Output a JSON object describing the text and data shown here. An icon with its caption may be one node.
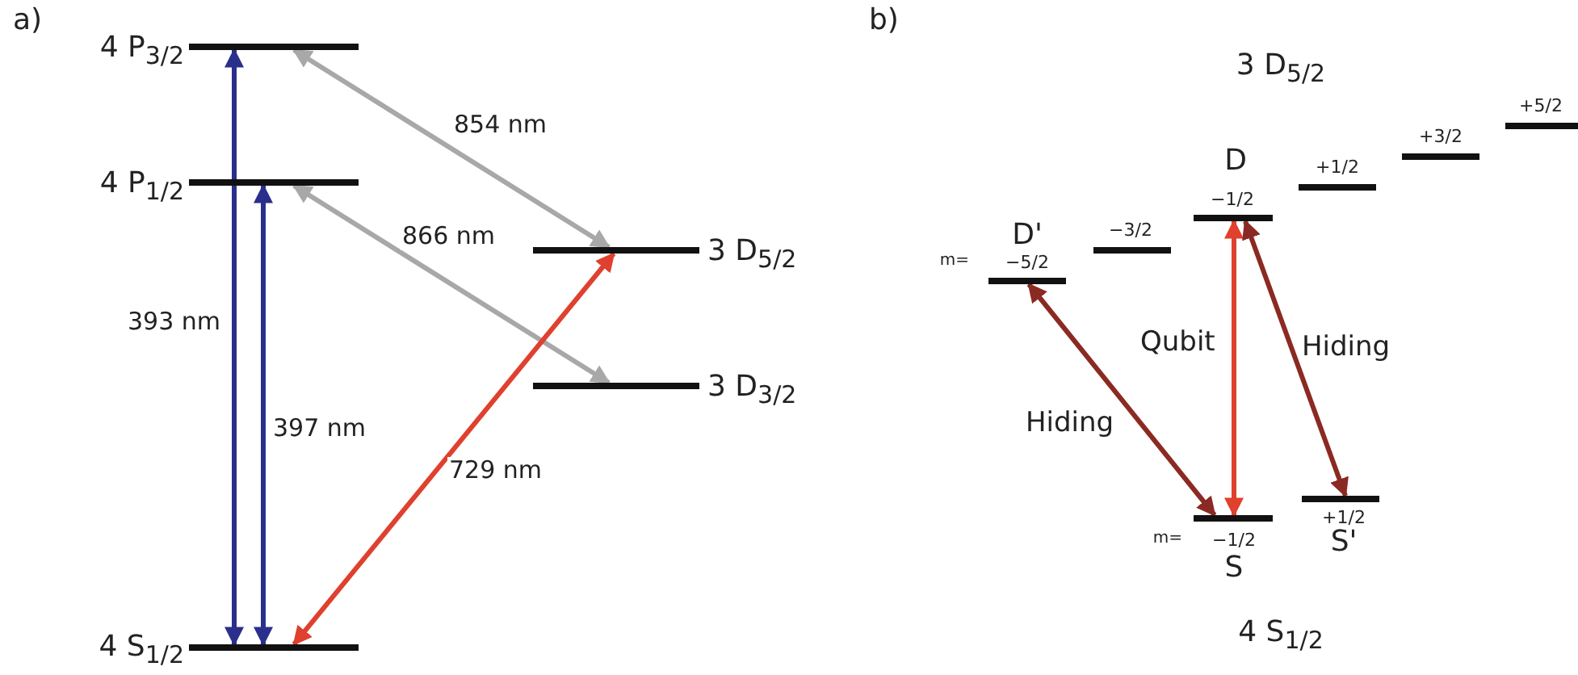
{
  "diagram": {
    "nodes": [
      {
        "text": [
          "4 P$_{3/2}$"
        ]
      },
      {
        "text": [
          "4 P$_{1/2}$"
        ]
      },
      {
        "text": [
          "3 D$_{5/2}$"
        ]
      },
      {
        "text": [
          "3 D$_{3/2}$"
        ]
      },
      {
        "text": [
          "4 S$_{1/2}$"
        ]
      },
      {
        "text": [
          "D'",
          "−5/2"
        ],
        "beside": [
          "m="
        ]
      },
      {
        "text": [
          "−3/2"
        ]
      },
      {
        "text": [
          "D",
          "−1/2"
        ]
      },
      {
        "text": [
          "+1/2"
        ]
      },
      {
        "text": [
          "+3/2"
        ]
      },
      {
        "text": [
          "+5/2"
        ]
      },
      {
        "text": [
          "−1/2",
          "S"
        ],
        "beside": [
          "m="
        ]
      },
      {
        "text": [
          "+1/2",
          "S'"
        ]
      }
    ],
    "edges": [
      {
        "from": 4,
        "to": 0,
        "arrow": "both",
        "label": "393 nm",
        "color": "#2b2f8c"
      },
      {
        "from": 4,
        "to": 1,
        "arrow": "both",
        "label": "397 nm",
        "color": "#2b2f8c"
      },
      {
        "from": 0,
        "to": 2,
        "arrow": "both",
        "label": "854 nm",
        "color": "#a8a8a8"
      },
      {
        "from": 1,
        "to": 3,
        "arrow": "both",
        "label": "866 nm",
        "color": "#a8a8a8"
      },
      {
        "from": 4,
        "to": 2,
        "arrow": "both",
        "label": "729 nm",
        "color": "#e0402e"
      },
      {
        "from": 5,
        "to": 11,
        "arrow": "both",
        "label": "Hiding",
        "color": "#8b2a22"
      },
      {
        "from": 11,
        "to": 7,
        "arrow": "both",
        "label": "Qubit",
        "color": "#e0402e"
      },
      {
        "from": 7,
        "to": 12,
        "arrow": "both",
        "label": "Hiding",
        "color": "#8b2a22"
      }
    ],
    "labels": [
      "a)",
      "b)",
      "3 D$_{5/2}$",
      "4 S$_{1/2}$"
    ]
  }
}
